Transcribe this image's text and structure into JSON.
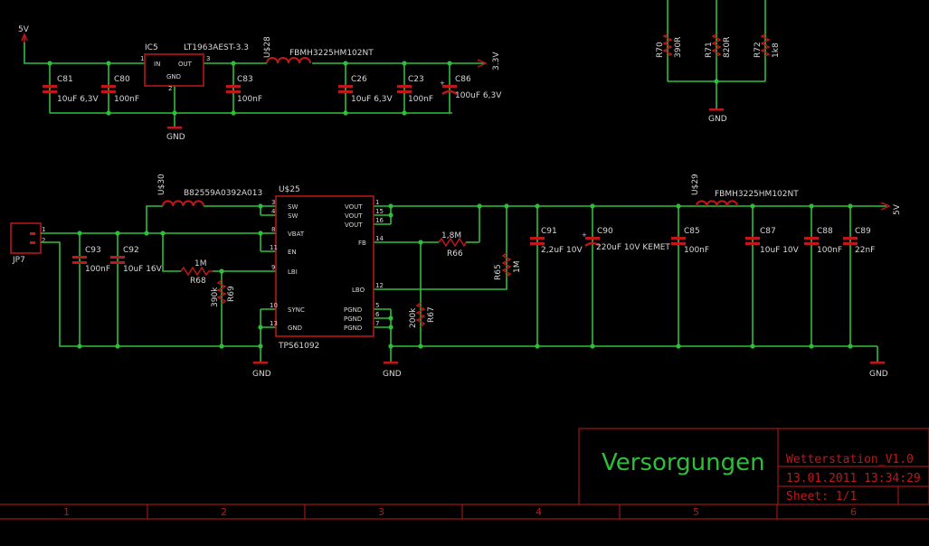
{
  "labels": {
    "v5_top": "5V",
    "ic5": "IC5",
    "lt": "LT1963AEST-3.3",
    "u28": "U$28",
    "fb28": "FBMH3225HM102NT",
    "v33": "3.3V",
    "pin_in": "IN",
    "pin_out": "OUT",
    "pin_gnd": "GND",
    "p1": "1",
    "p2": "2",
    "p3": "3",
    "c81": "C81",
    "c81v": "10uF 6,3V",
    "c80": "C80",
    "c80v": "100nF",
    "c83": "C83",
    "c83v": "100nF",
    "c26": "C26",
    "c26v": "10uF 6,3V",
    "c23": "C23",
    "c23v": "100nF",
    "c86": "C86",
    "c86v": "100uF 6,3V",
    "gnd_a": "GND",
    "r70": "R70",
    "r70v": "390R",
    "r71": "R71",
    "r71v": "820R",
    "r72": "R72",
    "r72v": "1k8",
    "gnd_r": "GND",
    "u30": "U$30",
    "b82": "B82559A0392A013",
    "u25": "U$25",
    "jp7": "JP7",
    "jp_p1": "1",
    "jp_p2": "2",
    "c93": "C93",
    "c93v": "100nF",
    "c92": "C92",
    "c92v": "10uF 16V",
    "r68": "R68",
    "r68v": "1M",
    "r69": "R69",
    "r69v": "390k",
    "gnd_b": "GND",
    "sw1": "SW",
    "sw2": "SW",
    "vbat": "VBAT",
    "en": "EN",
    "lbi": "LBI",
    "sync": "SYNC",
    "gnd_pin": "GND",
    "vout1": "VOUT",
    "vout2": "VOUT",
    "vout3": "VOUT",
    "fb": "FB",
    "lbo": "LBO",
    "pgnd1": "PGND",
    "pgnd2": "PGND",
    "pgnd3": "PGND",
    "tps": "TPS61092",
    "pn3": "3",
    "pn4": "4",
    "pn8": "8",
    "pn11": "11",
    "pn9": "9",
    "pn10": "10",
    "pn13": "13",
    "pn1": "1",
    "pn15": "15",
    "pn16": "16",
    "pn14": "14",
    "pn12": "12",
    "pn5": "5",
    "pn6": "6",
    "pn7": "7",
    "r66": "R66",
    "r66v": "1,8M",
    "r65": "R65",
    "r65v": "1M",
    "r67": "R67",
    "r67v": "200k",
    "gnd_c": "GND",
    "c91": "C91",
    "c91v": "2,2uF 10V",
    "c90": "C90",
    "c90v": "220uF 10V KEMET",
    "u29": "U$29",
    "fb29": "FBMH3225HM102NT",
    "c85": "C85",
    "c85v": "100nF",
    "c87": "C87",
    "c87v": "10uF 10V",
    "c88": "C88",
    "c88v": "100nF",
    "c89": "C89",
    "c89v": "22nF",
    "v5_right": "5V",
    "gnd_d": "GND"
  },
  "frame": {
    "title": "Versorgungen",
    "project": "Wetterstation_V1.0",
    "date": "13.01.2011 13:34:29",
    "sheet": "Sheet: 1/1",
    "columns": [
      "1",
      "2",
      "3",
      "4",
      "5",
      "6"
    ]
  },
  "colors": {
    "wire": "#2dbf3a",
    "symbol": "#c01818",
    "text": "#d8d8d8",
    "background": "#000000"
  }
}
